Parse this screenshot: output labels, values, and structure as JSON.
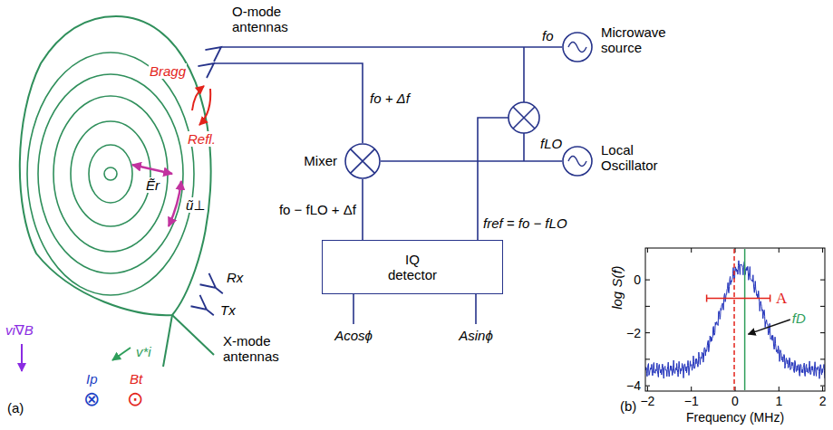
{
  "diagram": {
    "nodes": [
      {
        "text": [
          "Microwave source"
        ]
      },
      {
        "text": [
          "Local Oscillator"
        ]
      },
      {
        "text": [
          "Mixer"
        ]
      },
      {
        "text": [
          "IQ detector"
        ]
      }
    ],
    "edges": [
      {
        "from": 2,
        "to": 3,
        "arrow": "none",
        "label": "fo − fLO + Δf"
      }
    ],
    "labels": [
      "O-mode antennas",
      "fo",
      "fo + Δf",
      "fLO",
      "fref = fo − fLO",
      "Bragg",
      "Refl.",
      "Ẽr",
      "ũ⊥",
      "Rx",
      "Tx",
      "X-mode antennas",
      "vi∇B",
      "v*i",
      "Ip",
      "⊗",
      "Bt",
      "⊙",
      "(a)",
      "Acosϕ",
      "Asinϕ",
      "log S(f)",
      "0",
      "−2",
      "−4",
      "−2",
      "−1",
      "0",
      "1",
      "2",
      "Frequency (MHz)",
      "A",
      "fD",
      "(b)"
    ]
  }
}
